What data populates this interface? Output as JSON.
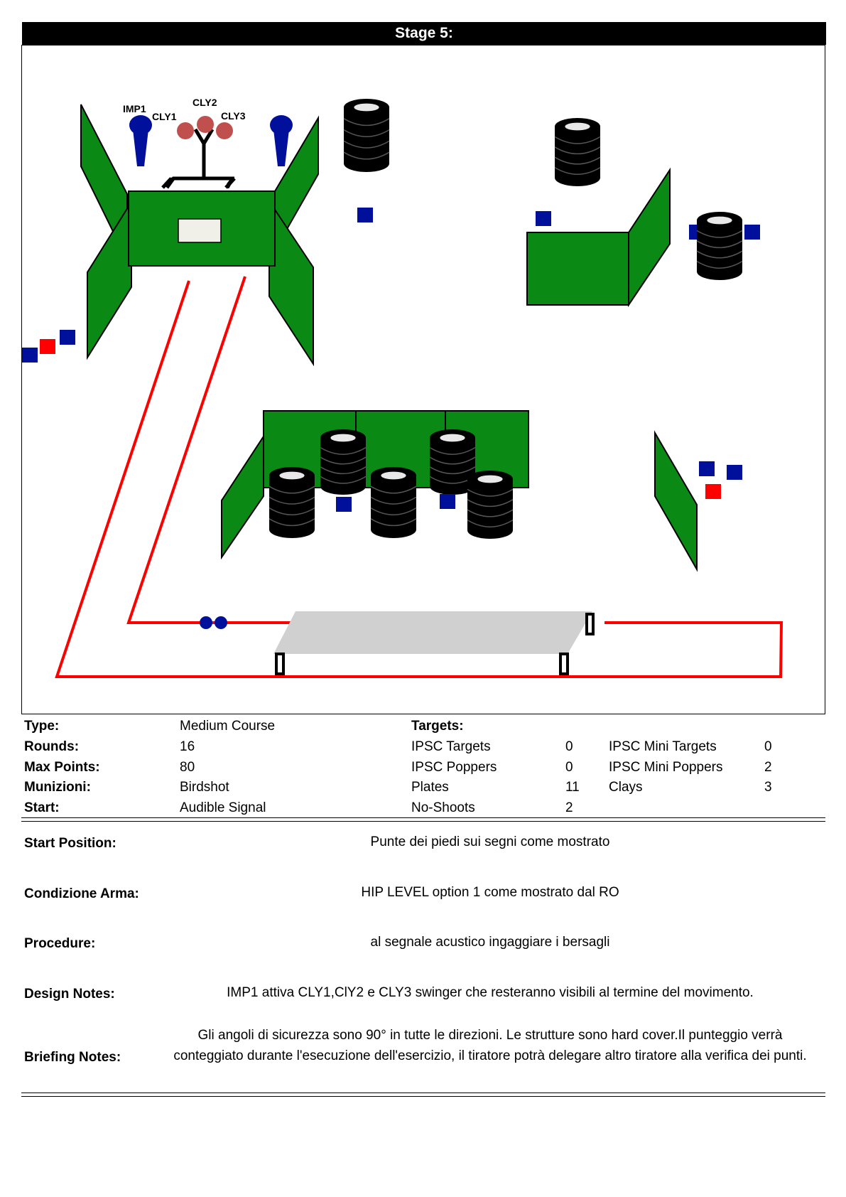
{
  "stage": {
    "title": "Stage 5:"
  },
  "diagram": {
    "labels": {
      "imp1": "IMP1",
      "cly1": "CLY1",
      "cly2": "CLY2",
      "cly3": "CLY3"
    },
    "colors": {
      "wall": "#0a8a14",
      "wall_stroke": "#000000",
      "target": "#00109a",
      "noshoot": "#ff0000",
      "clay": "#c0504d",
      "fault_line": "#ff0000",
      "barrel": "#000000",
      "table": "#d0d0d0",
      "popper": "#00109a"
    }
  },
  "info": {
    "type_label": "Type:",
    "type_value": "Medium Course",
    "rounds_label": "Rounds:",
    "rounds_value": "16",
    "maxpoints_label": "Max Points:",
    "maxpoints_value": "80",
    "munizioni_label": "Munizioni:",
    "munizioni_value": "Birdshot",
    "start_label": "Start:",
    "start_value": "Audible Signal",
    "targets_label": "Targets:",
    "targets": [
      {
        "name": "IPSC Targets",
        "count": "0"
      },
      {
        "name": "IPSC Poppers",
        "count": "0"
      },
      {
        "name": "Plates",
        "count": "11"
      },
      {
        "name": "No-Shoots",
        "count": "2"
      }
    ],
    "mini_targets": [
      {
        "name": "IPSC Mini Targets",
        "count": "0"
      },
      {
        "name": "IPSC Mini Poppers",
        "count": "2"
      },
      {
        "name": "Clays",
        "count": "3"
      }
    ]
  },
  "sections": {
    "start_position_label": "Start Position:",
    "start_position_value": "Punte dei piedi sui segni come mostrato",
    "condizione_label": "Condizione Arma:",
    "condizione_value": "HIP LEVEL option 1 come mostrato dal RO",
    "procedure_label": "Procedure:",
    "procedure_value": "al segnale acustico ingaggiare i bersagli",
    "design_label": "Design Notes:",
    "design_value": "IMP1 attiva CLY1,ClY2 e CLY3  swinger che resteranno visibili al termine del movimento.",
    "briefing_label": "Briefing Notes:",
    "briefing_value": "Gli angoli di sicurezza sono 90° in tutte le direzioni. Le strutture sono hard cover.Il punteggio verrà conteggiato durante l'esecuzione dell'esercizio, il tiratore potrà delegare altro tiratore alla verifica  dei punti."
  }
}
